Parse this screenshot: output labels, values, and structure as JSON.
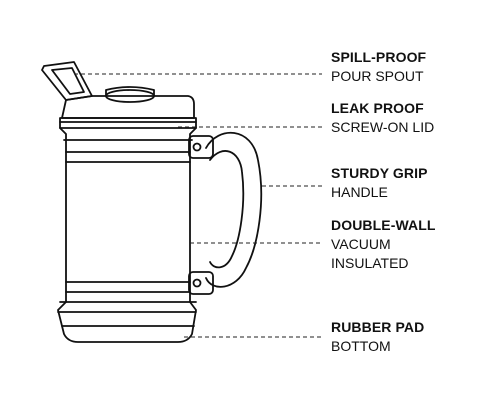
{
  "callouts": [
    {
      "title": "SPILL-PROOF",
      "subtitle": "POUR SPOUT",
      "subtitle2": ""
    },
    {
      "title": "LEAK PROOF",
      "subtitle": "SCREW-ON LID",
      "subtitle2": ""
    },
    {
      "title": "STURDY GRIP",
      "subtitle": "HANDLE",
      "subtitle2": ""
    },
    {
      "title": "DOUBLE-WALL",
      "subtitle": "VACUUM",
      "subtitle2": "INSULATED"
    },
    {
      "title": "RUBBER PAD",
      "subtitle": "BOTTOM",
      "subtitle2": ""
    }
  ],
  "colors": {
    "line": "#111111",
    "leader": "#222222",
    "background": "#ffffff"
  }
}
